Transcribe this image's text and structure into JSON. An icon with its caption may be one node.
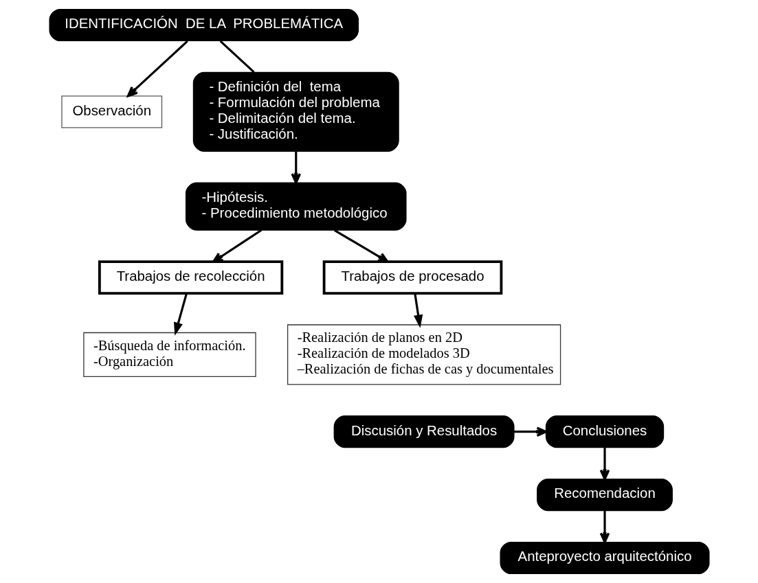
{
  "diagram": {
    "nodes": [
      {
        "text": [
          "Observación"
        ]
      },
      {
        "text": [
          "IDENTIFICACIÓN  DE LA  PROBLEMÁTICA"
        ]
      },
      {
        "text": [
          "- Definición del  tema",
          "- Formulación del problema",
          "- Delimitación del tema.",
          "- Justificación."
        ]
      },
      {
        "text": [
          "-Hipótesis.",
          "- Procedimiento metodológico"
        ]
      },
      {
        "text": [
          "Trabajos de recolección"
        ]
      },
      {
        "text": [
          "Trabajos de procesado"
        ]
      },
      {
        "text": [
          "-Búsqueda de información.",
          "-Organización"
        ]
      },
      {
        "text": [
          "-Realización de planos en 2D",
          "-Realización de modelados 3D",
          "–Realización de fichas de cas y documentales"
        ]
      },
      {
        "text": [
          "Conclusiones"
        ]
      },
      {
        "text": [
          "Discusión y Resultados"
        ]
      },
      {
        "text": [
          "Recomendacion"
        ]
      },
      {
        "text": [
          "Anteproyecto arquitectónico"
        ]
      }
    ],
    "edges": [
      {
        "from": 1,
        "to": 0,
        "arrow": "to"
      },
      {
        "from": 1,
        "to": 2,
        "arrow": "none"
      },
      {
        "from": 2,
        "to": 3,
        "arrow": "to"
      },
      {
        "from": 3,
        "to": 4,
        "arrow": "to"
      },
      {
        "from": 3,
        "to": 5,
        "arrow": "to"
      },
      {
        "from": 4,
        "to": 6,
        "arrow": "to"
      },
      {
        "from": 5,
        "to": 7,
        "arrow": "to"
      },
      {
        "from": 9,
        "to": 8,
        "arrow": "to"
      },
      {
        "from": 8,
        "to": 10,
        "arrow": "to"
      },
      {
        "from": 10,
        "to": 11,
        "arrow": "to"
      }
    ]
  }
}
